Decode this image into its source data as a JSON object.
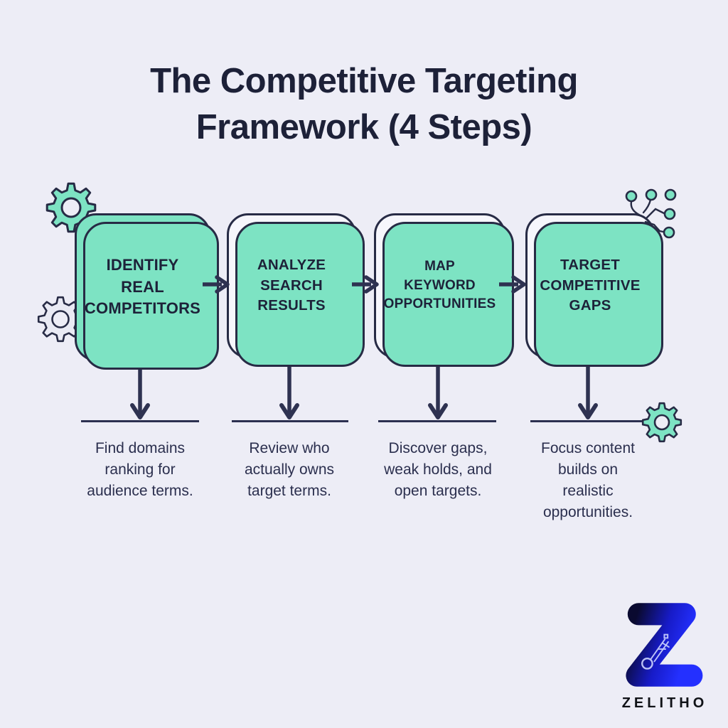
{
  "title": "The Competitive Targeting\nFramework (4 Steps)",
  "steps": [
    {
      "title": "IDENTIFY\nREAL\nCOMPETITORS",
      "description": "Find domains\nranking for\naudience terms."
    },
    {
      "title": "ANALYZE\nSEARCH\nRESULTS",
      "description": "Review who\nactually owns\ntarget terms."
    },
    {
      "title": "MAP\nKEYWORD\nOPPORTUNITIES",
      "description": "Discover gaps,\nweak holds, and\nopen targets."
    },
    {
      "title": "TARGET\nCOMPETITIVE\nGAPS",
      "description": "Focus content\nbuilds on\nrealistic\nopportunities."
    }
  ],
  "brand": {
    "logo_letter": "Z",
    "name": "ZELITHO"
  },
  "decorations": {
    "top_left": "gear-icon",
    "mid_left": "gear-icon",
    "rule4_end": "gear-icon",
    "box4_corner": "network-nodes-icon"
  },
  "colors": {
    "background": "#ededf6",
    "mint": "#7de3c3",
    "navy_outline": "#272b45",
    "body_text": "#2b2f4e",
    "title_text": "#1d2138",
    "white_box": "#f6f6fc",
    "logo_gradient_dark": "#0a0a30",
    "logo_gradient_blue": "#2430ff",
    "brand_text": "#101217"
  }
}
